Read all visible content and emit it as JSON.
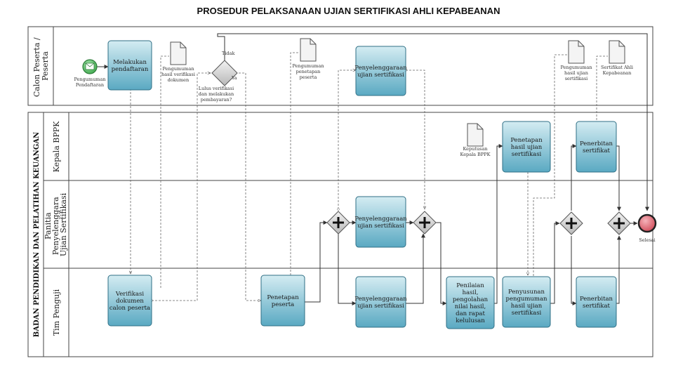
{
  "title": "PROSEDUR PELAKSANAAN UJIAN SERTIFIKASI AHLI KEPABEANAN",
  "pools": {
    "top": {
      "label_line1": "Calon Peserta /",
      "label_line2": "Peserta"
    },
    "bottom": {
      "label": "BADAN PENDIDIKAN DAN PELATIHAN KEUANGAN"
    }
  },
  "lanes": {
    "kepala": "Kepala BPPK",
    "panitia_line1": "Panitia",
    "panitia_line2": "Penyelenggara",
    "panitia_line3": "Ujian Sertifikasi",
    "penguji": "Tim Penguji"
  },
  "events": {
    "start": {
      "line1": "Pengumuman",
      "line2": "Pendaftaran"
    },
    "end": "Selesai"
  },
  "tasks": {
    "melakukan": [
      "Melakukan",
      "pendaftaran"
    ],
    "verifikasi": [
      "Verifikasi",
      "dokumen",
      "calon peserta"
    ],
    "penetapan": [
      "Penetapan",
      "peserta"
    ],
    "peny_top": [
      "Penyelenggaraan",
      "ujian sertifikasi"
    ],
    "peny_mid": [
      "Penyelenggaraan",
      "ujian sertifikasi"
    ],
    "peny_bot": [
      "Penyelenggaraan",
      "ujian sertifikasi"
    ],
    "penilaian": [
      "Penilaian",
      "hasil,",
      "pengolahan",
      "nilai hasil,",
      "dan rapat",
      "kelulusan"
    ],
    "penyusunan": [
      "Penyusunan",
      "pengumuman",
      "hasil ujian",
      "sertifikasi"
    ],
    "penetapan_hasil": [
      "Penetapan",
      "hasil ujian",
      "sertifikasi"
    ],
    "penerbitan_top": [
      "Penerbitan",
      "sertifikat"
    ],
    "penerbitan_bot": [
      "Penerbitan",
      "sertifikat"
    ]
  },
  "documents": {
    "hasil_verifikasi": [
      "Pengumuman",
      "hasil verifikasi",
      "dokumen"
    ],
    "penetapan_peserta": [
      "Pengumuman",
      "penetapan",
      "peserta"
    ],
    "hasil_ujian": [
      "Pengumuman",
      "hasil ujian",
      "sertifikasi"
    ],
    "sertifikat": [
      "Sertifikat Ahli",
      "Kepabeanan"
    ],
    "keputusan": [
      "Keputusan",
      "Kepala BPPK"
    ]
  },
  "gateway": {
    "question": [
      "Lulus verifikasi",
      "dan melakukan",
      "pembayaran?"
    ],
    "no": "Tidak",
    "yes": "Ya"
  },
  "colors": {
    "task_top": "#d4ecf2",
    "task_bottom": "#5aa9c2",
    "end_event": "#e46b77",
    "start_event": "#5cc26a"
  }
}
